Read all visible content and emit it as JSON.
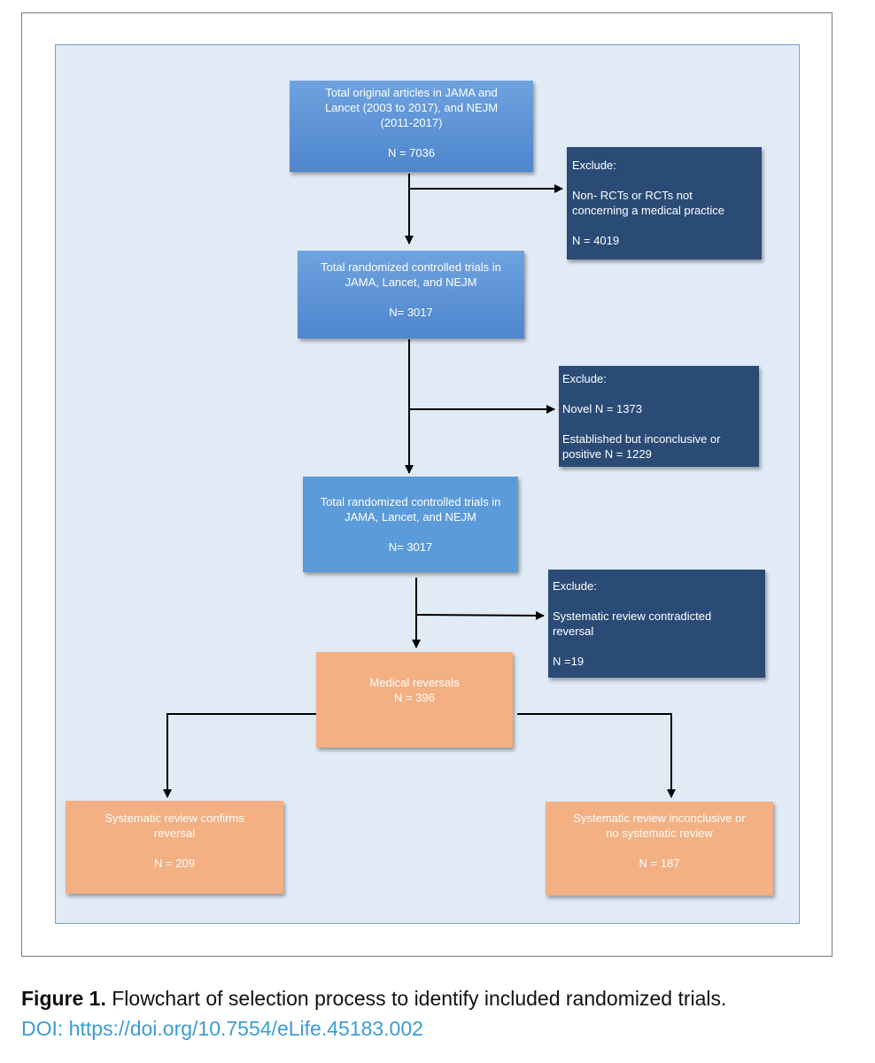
{
  "flowchart": {
    "total_articles": {
      "lines": [
        "Total original articles in JAMA and",
        "Lancet (2003 to 2017), and NEJM",
        "(2011-2017)"
      ],
      "n": "N = 7036"
    },
    "exclude_1": {
      "heading": "Exclude:",
      "lines": [
        "Non- RCTs or RCTs not",
        "concerning a medical practice"
      ],
      "n": "N = 4019"
    },
    "total_rcts_1": {
      "lines": [
        "Total randomized controlled trials in",
        "JAMA, Lancet, and NEJM"
      ],
      "n": "N= 3017"
    },
    "exclude_2": {
      "heading": "Exclude:",
      "novel": "Novel N = 1373",
      "lines": [
        "Established but inconclusive or",
        "positive N = 1229"
      ]
    },
    "total_rcts_2": {
      "lines": [
        "Total randomized controlled trials in",
        "JAMA, Lancet, and NEJM"
      ],
      "n": "N= 3017"
    },
    "exclude_3": {
      "heading": "Exclude:",
      "lines": [
        "Systematic review contradicted",
        "reversal"
      ],
      "n": "N =19"
    },
    "medical_reversals": {
      "label": "Medical reversals",
      "n": "N = 396"
    },
    "confirms": {
      "lines": [
        "Systematic review confirms",
        "reversal"
      ],
      "n": "N = 209"
    },
    "inconclusive": {
      "lines": [
        "Systematic review inconclusive or",
        "no systematic review"
      ],
      "n": "N = 187"
    }
  },
  "caption": {
    "label": "Figure 1.",
    "text": " Flowchart of selection process to identify included randomized trials.",
    "doi": "DOI: https://doi.org/10.7554/eLife.45183.002"
  },
  "colors": {
    "panel_background": "#e1ebf6",
    "blue_box": "#5b9bd9",
    "navy_box": "#2b4b77",
    "orange_box": "#f3b083",
    "doi_link": "#3b9cd3"
  }
}
